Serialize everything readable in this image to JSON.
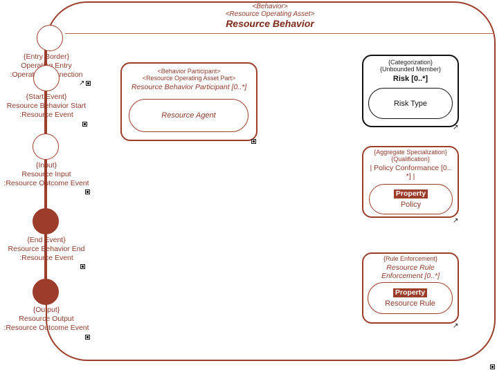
{
  "header": {
    "stereotype_1": "<Behavior>",
    "stereotype_2": "<Resource Operating Asset>",
    "title": "Resource Behavior"
  },
  "ports": [
    {
      "line1": "{Entry Border}",
      "line2": "Operating Entry",
      "line3": ":Operating Connection",
      "filled": false
    },
    {
      "line1": "{Start Event}",
      "line2": "Resource Behavior Start",
      "line3": ":Resource Event",
      "filled": false
    },
    {
      "line1": "{Input}",
      "line2": "Resource Input",
      "line3": ":Resource Outcome Event",
      "filled": false
    },
    {
      "line1": "{End Event}",
      "line2": "Resource Behavior End",
      "line3": ":Resource Event",
      "filled": true
    },
    {
      "line1": "{Output}",
      "line2": "Resource Output",
      "line3": ":Resource Outcome Event",
      "filled": true
    }
  ],
  "participant": {
    "stereotype_1": "<Behavior Participant>",
    "stereotype_2": "<Resource Operating Asset Part>",
    "title": "Resource Behavior Participant [0..*]",
    "inner": "Resource Agent"
  },
  "risk": {
    "line1": "{Categorization}",
    "line2": "{Unbounded Member}",
    "title": "Risk [0..*]",
    "inner": "Risk Type"
  },
  "policy": {
    "line1": "{Aggregate Specialization}",
    "line2": "{Qualification}",
    "title_1": "| Policy Conformance [0..",
    "title_2": "*] |",
    "badge": "Property",
    "inner": "Policy"
  },
  "rule": {
    "line1": "{Rule Enforcement}",
    "title_1": "Resource Rule",
    "title_2": "Enforcement [0..*]",
    "badge": "Property",
    "inner": "Resource Rule"
  },
  "colors": {
    "accent": "#9b3d2a",
    "text": "#8b3a2b",
    "black_border": "#111111"
  }
}
